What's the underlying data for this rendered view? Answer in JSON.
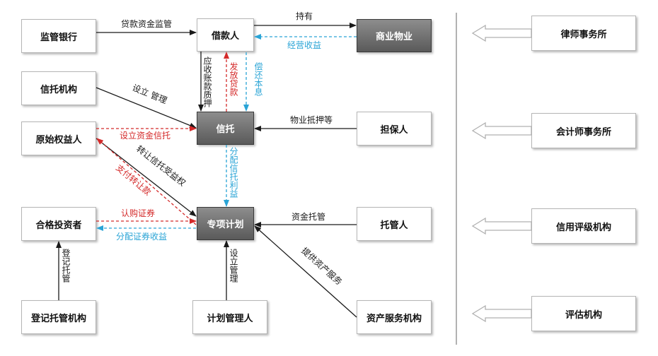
{
  "nodes": {
    "jianguan_bank": "监管银行",
    "jiekuanren": "借款人",
    "shangye_wuye": "商业物业",
    "xintuo_jigou": "信托机构",
    "xintuo": "信托",
    "yuanshi_quanyiren": "原始权益人",
    "danbaoren": "担保人",
    "hege_touzizhe": "合格投资者",
    "zhuanxiang_jihua": "专项计划",
    "tuoguanren": "托管人",
    "dengji_tuoguan": "登记托管机构",
    "jihua_guanliren": "计划管理人",
    "zichan_fuwu": "资产服务机构"
  },
  "side_nodes": {
    "lawyer": "律师事务所",
    "accounting": "会计师事务所",
    "rating": "信用评级机构",
    "appraisal": "评估机构"
  },
  "edges": {
    "loan_supervision": "贷款资金监管",
    "hold": "持有",
    "operating_income": "经营收益",
    "receivable_pledge": "应收账款质押",
    "issue_loan": "发放贷款",
    "repay_principal_interest": "偿还本息",
    "setup_manage_trust": "设立 管理",
    "property_mortgage": "物业抵押等",
    "setup_fund_trust": "设立资金信托",
    "distribute_trust_income": "分配信托利益",
    "transfer_beneficiary": "转让信托受益权",
    "pay_transfer_fee": "支付转让款",
    "subscribe_securities": "认购证券",
    "distribute_securities_income": "分配证券收益",
    "fund_custody": "资金托管",
    "register_custody": "登记托管",
    "setup_manage_plan": "设立管理",
    "asset_service": "提供资产服务"
  },
  "colors": {
    "black": "#1a1a1a",
    "red": "#d42a2a",
    "blue": "#2aa4d6",
    "divider": "#666666",
    "hollow_arrow": "#b0b0b0"
  }
}
